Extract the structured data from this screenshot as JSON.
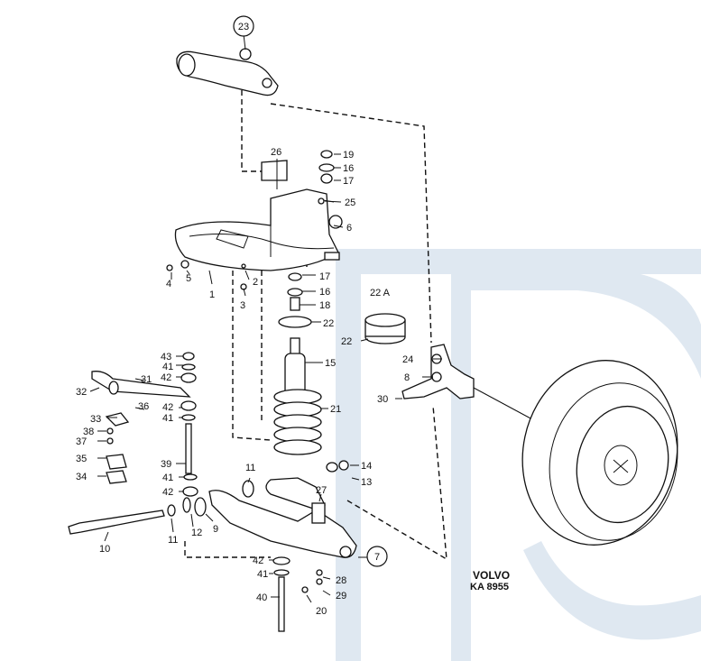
{
  "diagram": {
    "brand": "VOLVO",
    "drawing_code": "KA 8955",
    "watermark_colour": "#dfe8f1",
    "line_colour": "#111111",
    "callouts": [
      {
        "id": "23",
        "text": "23",
        "circled": true
      },
      {
        "id": "26",
        "text": "26"
      },
      {
        "id": "19",
        "text": "19"
      },
      {
        "id": "16a",
        "text": "16"
      },
      {
        "id": "17a",
        "text": "17"
      },
      {
        "id": "25",
        "text": "25"
      },
      {
        "id": "6",
        "text": "6"
      },
      {
        "id": "4",
        "text": "4"
      },
      {
        "id": "5",
        "text": "5"
      },
      {
        "id": "1",
        "text": "1"
      },
      {
        "id": "2",
        "text": "2"
      },
      {
        "id": "3",
        "text": "3"
      },
      {
        "id": "17b",
        "text": "17"
      },
      {
        "id": "16b",
        "text": "16"
      },
      {
        "id": "18",
        "text": "18"
      },
      {
        "id": "22a",
        "text": "22"
      },
      {
        "id": "22A",
        "text": "22 A"
      },
      {
        "id": "22b",
        "text": "22"
      },
      {
        "id": "15",
        "text": "15"
      },
      {
        "id": "21",
        "text": "21"
      },
      {
        "id": "24",
        "text": "24"
      },
      {
        "id": "8",
        "text": "8"
      },
      {
        "id": "30",
        "text": "30"
      },
      {
        "id": "43",
        "text": "43"
      },
      {
        "id": "41a",
        "text": "41"
      },
      {
        "id": "42a",
        "text": "42"
      },
      {
        "id": "31",
        "text": "31"
      },
      {
        "id": "32",
        "text": "32"
      },
      {
        "id": "36",
        "text": "36"
      },
      {
        "id": "33",
        "text": "33"
      },
      {
        "id": "42b",
        "text": "42"
      },
      {
        "id": "41b",
        "text": "41"
      },
      {
        "id": "38",
        "text": "38"
      },
      {
        "id": "37",
        "text": "37"
      },
      {
        "id": "39",
        "text": "39"
      },
      {
        "id": "35",
        "text": "35"
      },
      {
        "id": "34",
        "text": "34"
      },
      {
        "id": "41c",
        "text": "41"
      },
      {
        "id": "42c",
        "text": "42"
      },
      {
        "id": "11a",
        "text": "11"
      },
      {
        "id": "14",
        "text": "14"
      },
      {
        "id": "13",
        "text": "13"
      },
      {
        "id": "27",
        "text": "27"
      },
      {
        "id": "10",
        "text": "10"
      },
      {
        "id": "11b",
        "text": "11"
      },
      {
        "id": "12",
        "text": "12"
      },
      {
        "id": "9",
        "text": "9"
      },
      {
        "id": "7",
        "text": "7",
        "circled": true
      },
      {
        "id": "42d",
        "text": "42"
      },
      {
        "id": "41d",
        "text": "41"
      },
      {
        "id": "28",
        "text": "28"
      },
      {
        "id": "29",
        "text": "29"
      },
      {
        "id": "40",
        "text": "40"
      },
      {
        "id": "20",
        "text": "20"
      }
    ]
  }
}
